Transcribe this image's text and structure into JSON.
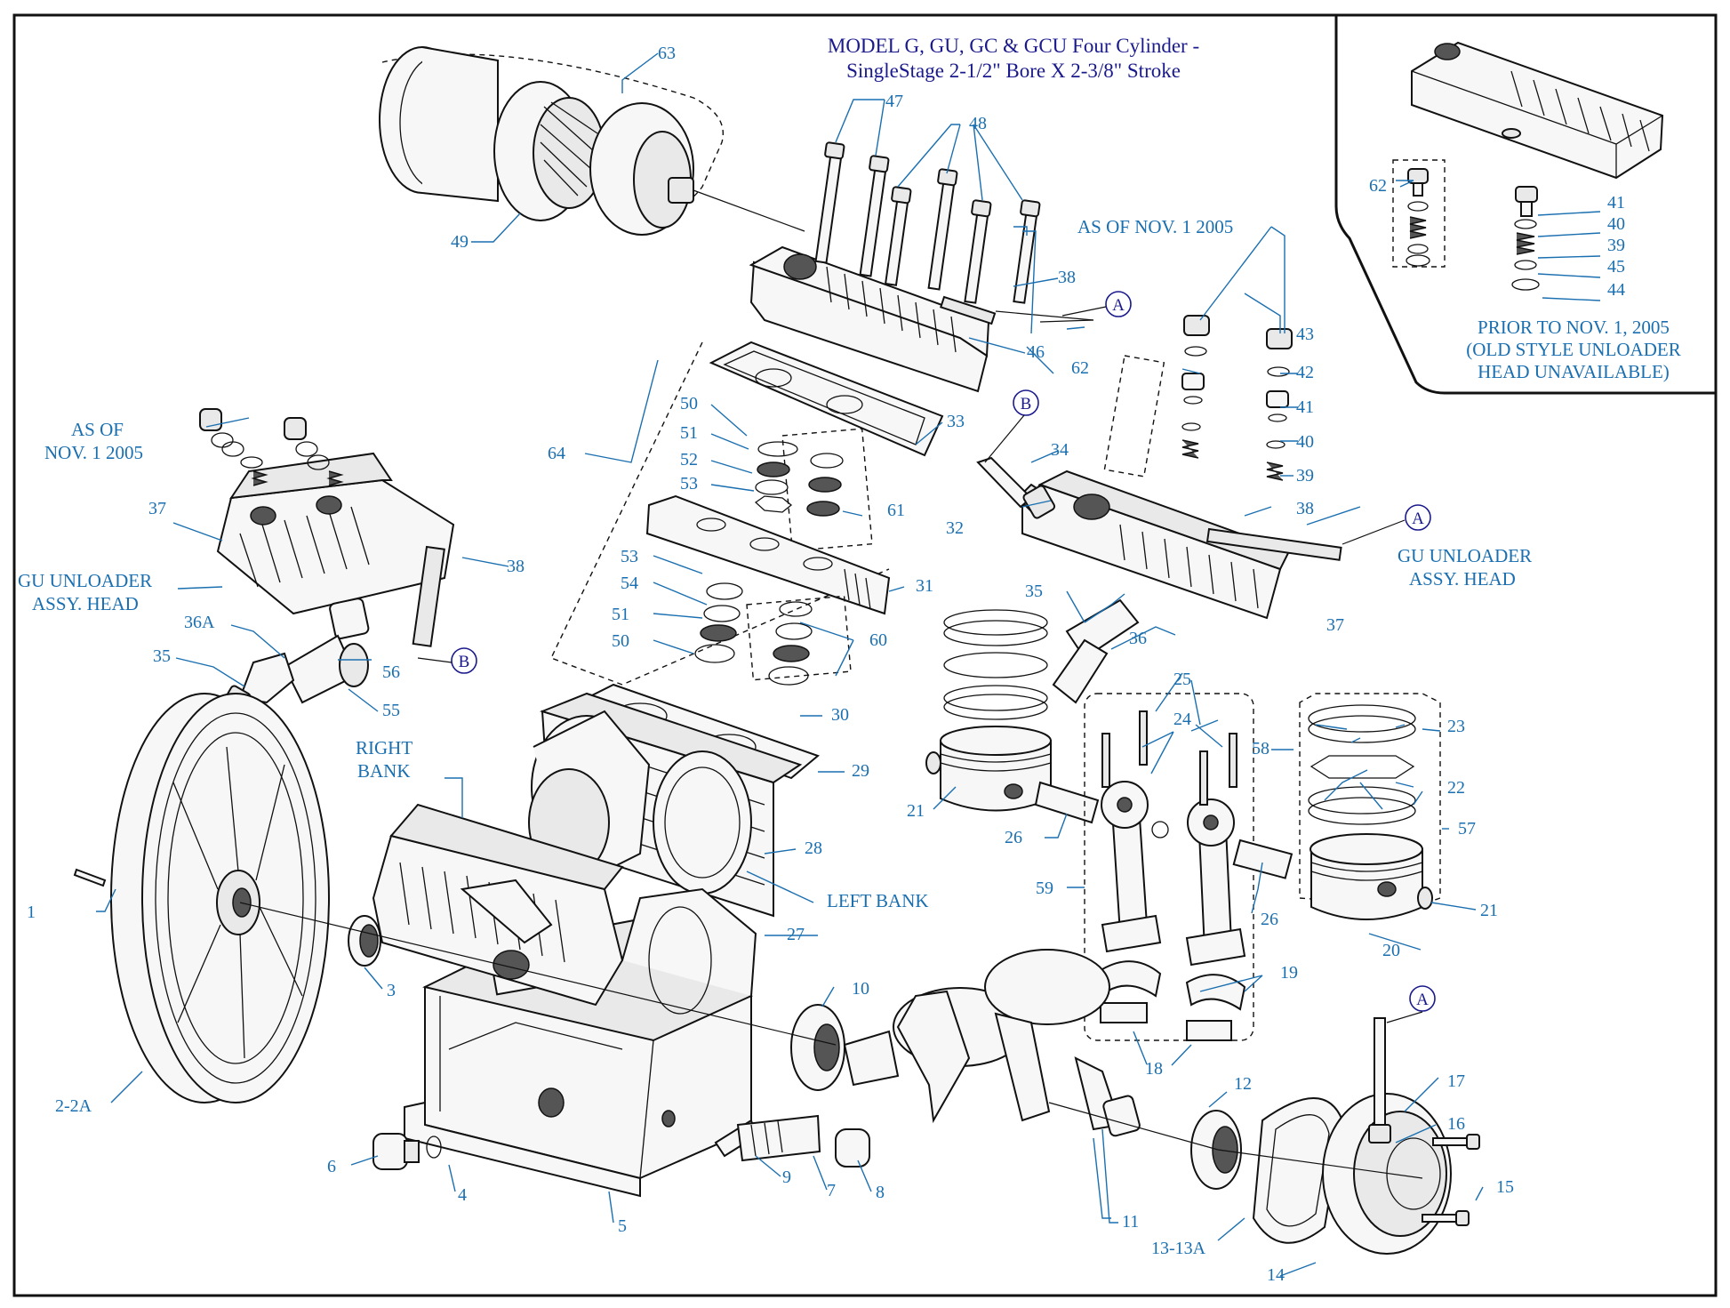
{
  "title": {
    "line1": "MODEL G, GU, GC & GCU Four Cylinder -",
    "line2": "SingleStage 2-1/2\" Bore X 2-3/8\" Stroke"
  },
  "inset": {
    "note_line1": "PRIOR TO NOV. 1, 2005",
    "note_line2": "(OLD STYLE UNLOADER",
    "note_line3": "HEAD UNAVAILABLE)"
  },
  "notes": {
    "as_of_right": "AS OF NOV. 1 2005",
    "as_of_left_1": "AS OF",
    "as_of_left_2": "NOV. 1 2005",
    "gu_left_1": "GU UNLOADER",
    "gu_left_2": "ASSY. HEAD",
    "gu_right_1": "GU UNLOADER",
    "gu_right_2": "ASSY. HEAD",
    "right_bank_1": "RIGHT",
    "right_bank_2": "BANK",
    "left_bank": "LEFT BANK"
  },
  "callouts": {
    "c1": "1",
    "c2": "2-2A",
    "c3": "3",
    "c4": "4",
    "c5": "5",
    "c6": "6",
    "c7": "7",
    "c8": "8",
    "c9": "9",
    "c10": "10",
    "c11": "11",
    "c12": "12",
    "c13": "13-13A",
    "c14": "14",
    "c15": "15",
    "c16": "16",
    "c17": "17",
    "c18": "18",
    "c19": "19",
    "c20": "20",
    "c21a": "21",
    "c21b": "21",
    "c22": "22",
    "c23": "23",
    "c24": "24",
    "c25": "25",
    "c26a": "26",
    "c26b": "26",
    "c27": "27",
    "c28": "28",
    "c29": "29",
    "c30": "30",
    "c31": "31",
    "c32": "32",
    "c33": "33",
    "c34": "34",
    "c35a": "35",
    "c35b": "35",
    "c36": "36",
    "c36a": "36A",
    "c37a": "37",
    "c37b": "37",
    "c38a": "38",
    "c38b": "38",
    "c38c": "38",
    "c39a": "39",
    "c39b": "39",
    "c40a": "40",
    "c40b": "40",
    "c41a": "41",
    "c41b": "41",
    "c42": "42",
    "c43": "43",
    "c44": "44",
    "c45": "45",
    "c46": "46",
    "c47": "47",
    "c48": "48",
    "c49": "49",
    "c50a": "50",
    "c50b": "50",
    "c51a": "51",
    "c51b": "51",
    "c52": "52",
    "c53a": "53",
    "c53b": "53",
    "c54": "54",
    "c55": "55",
    "c56": "56",
    "c57": "57",
    "c58": "58",
    "c59": "59",
    "c60": "60",
    "c61": "61",
    "c62a": "62",
    "c62b": "62",
    "c63": "63",
    "c64": "64"
  },
  "refs": {
    "a": "A",
    "b": "B"
  }
}
